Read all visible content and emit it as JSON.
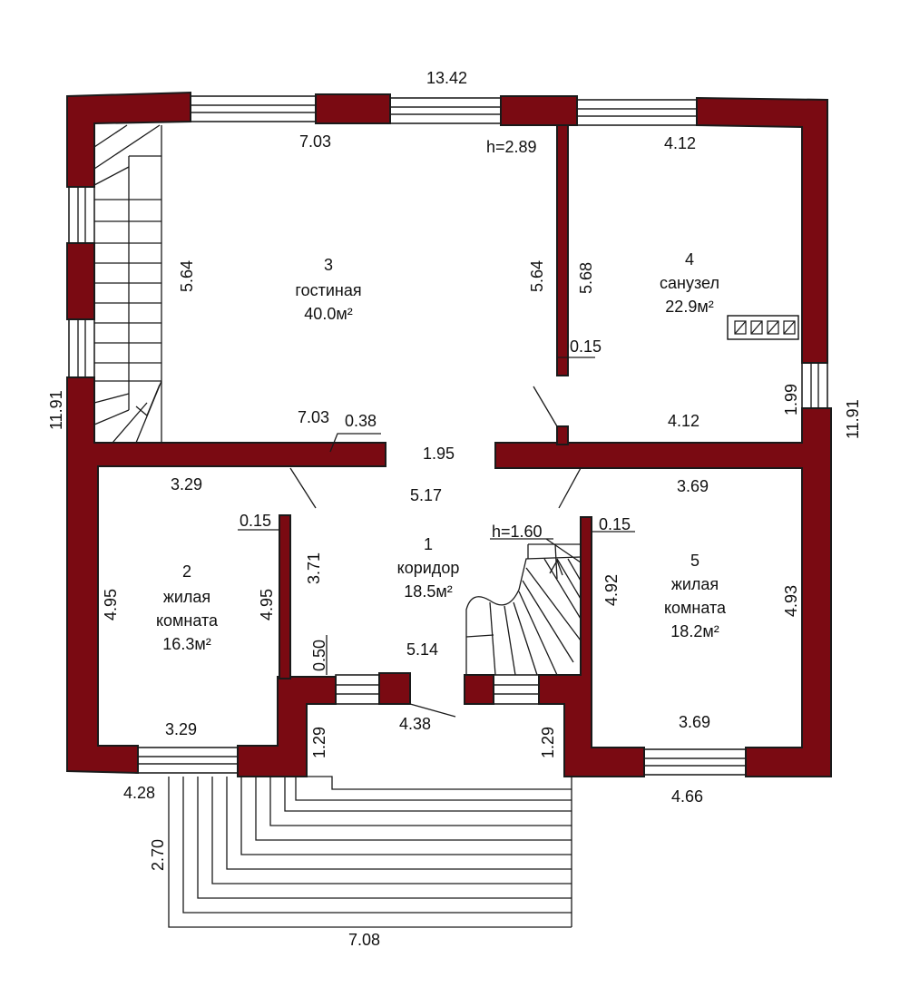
{
  "rooms": [
    {
      "number": "1",
      "name": "коридор",
      "area": "18.5м²"
    },
    {
      "number": "2",
      "name_line1": "жилая",
      "name_line2": "комната",
      "area": "16.3м²"
    },
    {
      "number": "3",
      "name": "гостиная",
      "area": "40.0м²"
    },
    {
      "number": "4",
      "name": "санузел",
      "area": "22.9м²"
    },
    {
      "number": "5",
      "name_line1": "жилая",
      "name_line2": "комната",
      "area": "18.2м²"
    }
  ],
  "heights": {
    "main": "h=2.89",
    "stair": "h=1.60"
  },
  "dimensions": {
    "top_total": "13.42",
    "living_top": "7.03",
    "bath_top": "4.12",
    "living_left": "5.64",
    "partition_left": "5.64",
    "partition_right": "5.68",
    "partition_thick": "0.15",
    "living_bottom": "7.03",
    "living_bottom_thick": "0.38",
    "passage": "1.95",
    "bath_bottom": "4.12",
    "bath_right": "1.99",
    "side_left": "11.91",
    "side_right": "11.91",
    "room2_top": "3.29",
    "corridor_top": "5.17",
    "room5_top": "3.69",
    "room2_wall_thick": "0.15",
    "room5_wall_thick": "0.15",
    "corridor_left": "3.71",
    "room2_left": "4.95",
    "room2_right": "4.95",
    "room5_left": "4.92",
    "room5_right": "4.93",
    "entry_thick": "0.50",
    "corridor_bottom": "5.14",
    "room2_bottom": "3.29",
    "room5_bottom": "3.69",
    "porch_inner": "4.38",
    "porch_left_depth": "1.29",
    "porch_right_depth": "1.29",
    "front_left": "4.28",
    "front_right": "4.66",
    "steps_depth": "2.70",
    "steps_width": "7.08"
  },
  "colors": {
    "wall": "#7a0a12",
    "line": "#1a1a1a"
  }
}
